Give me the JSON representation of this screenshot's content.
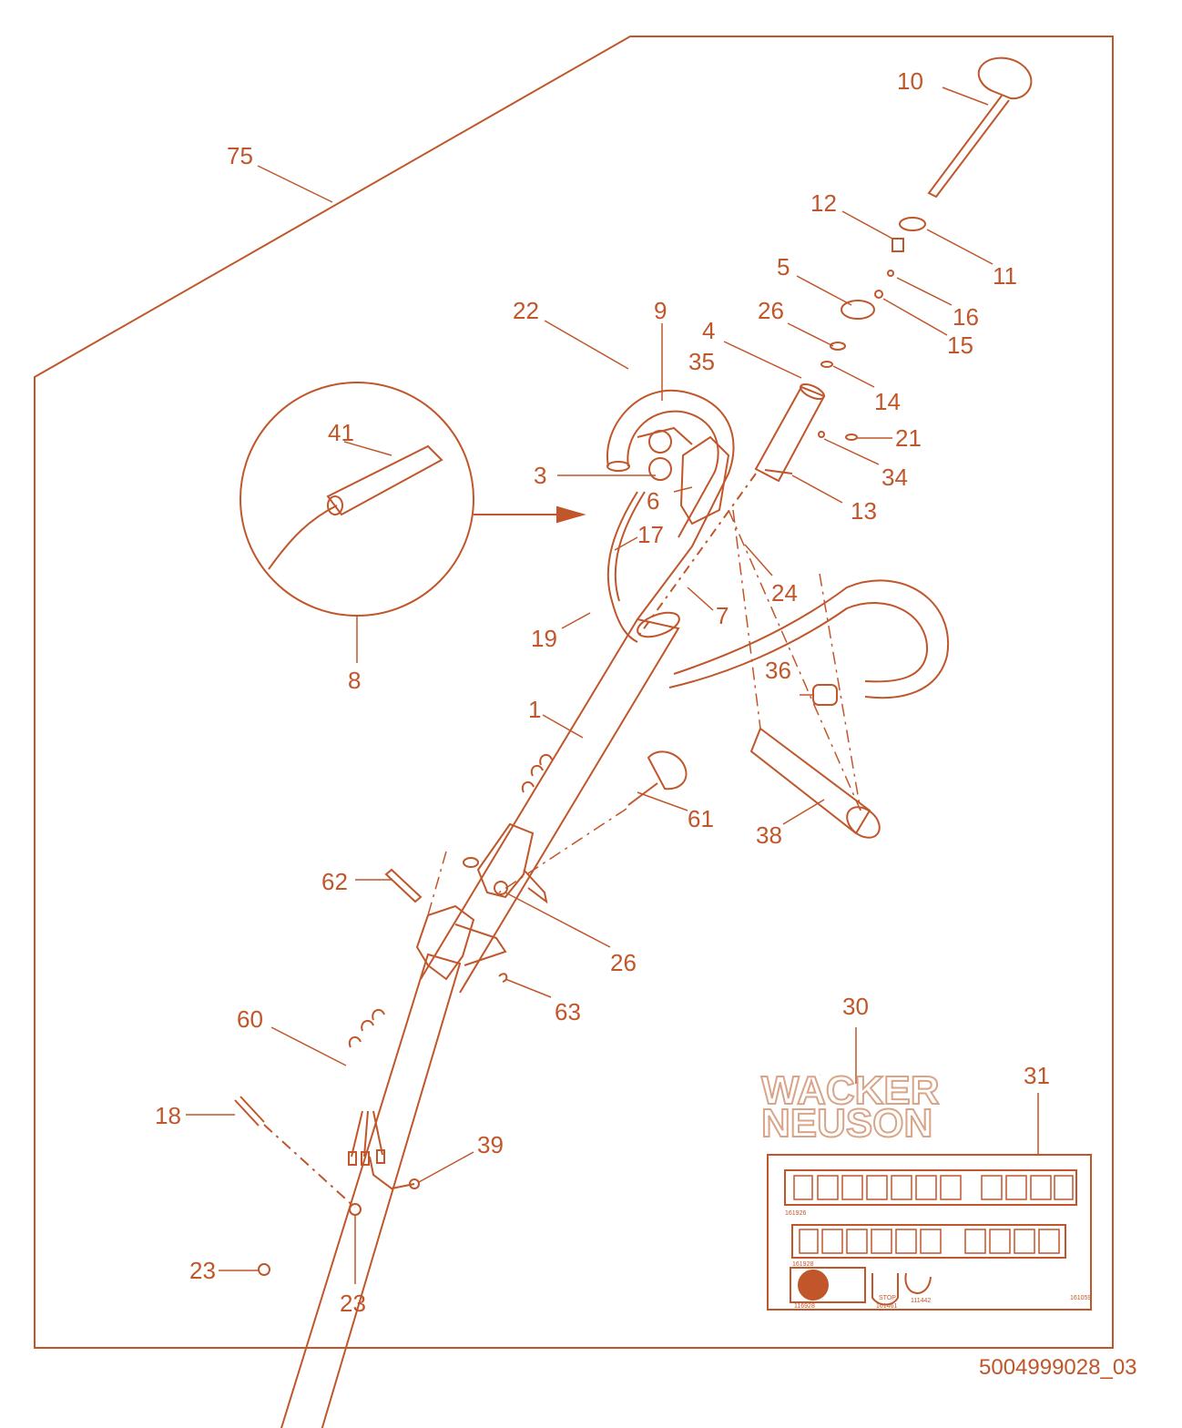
{
  "colors": {
    "line": "#c0562a",
    "light": "#d9a487",
    "background": "#ffffff"
  },
  "callouts": {
    "c1": "1",
    "c3": "3",
    "c4": "4",
    "c5": "5",
    "c6": "6",
    "c7": "7",
    "c8": "8",
    "c9": "9",
    "c10": "10",
    "c11": "11",
    "c12": "12",
    "c13": "13",
    "c14": "14",
    "c15": "15",
    "c16": "16",
    "c17": "17",
    "c18": "18",
    "c19": "19",
    "c21": "21",
    "c22": "22",
    "c23a": "23",
    "c23b": "23",
    "c24": "24",
    "c26a": "26",
    "c26b": "26",
    "c30": "30",
    "c31": "31",
    "c34": "34",
    "c35": "35",
    "c36": "36",
    "c38": "38",
    "c39": "39",
    "c41": "41",
    "c60": "60",
    "c61": "61",
    "c62": "62",
    "c63": "63",
    "c75": "75"
  },
  "logo": {
    "line1": "WACKER",
    "line2": "NEUSON"
  },
  "decal_sheet": {
    "code_top": "161926",
    "code_mid": "161928",
    "code_stop1": "116928",
    "code_stop2": "161461",
    "code_stop3": "111442",
    "code_sheet": "161059",
    "stop_label": "STOP"
  },
  "document_id": "5004999028_03"
}
